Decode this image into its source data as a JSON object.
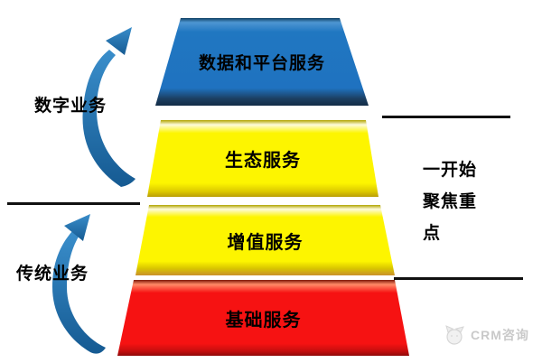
{
  "diagram": {
    "pyramid": {
      "layers": [
        {
          "id": "data-platform",
          "label": "数据和平台服务",
          "color": "#1f72c0"
        },
        {
          "id": "ecosystem",
          "label": "生态服务",
          "color": "#fdf500"
        },
        {
          "id": "value-added",
          "label": "增值服务",
          "color": "#fdf500"
        },
        {
          "id": "basic",
          "label": "基础服务",
          "color": "#f61212"
        }
      ]
    },
    "left_annotations": [
      {
        "id": "digital",
        "label": "数字业务",
        "arrow_color": "#2273b8"
      },
      {
        "id": "traditional",
        "label": "传统业务",
        "arrow_color": "#2273b8"
      }
    ],
    "right_annotation": {
      "lines": [
        "一开始",
        "聚焦重",
        "点"
      ]
    },
    "divider_color": "#111111",
    "watermark": {
      "label": "CRM咨询",
      "color": "#c9c9c9"
    }
  }
}
